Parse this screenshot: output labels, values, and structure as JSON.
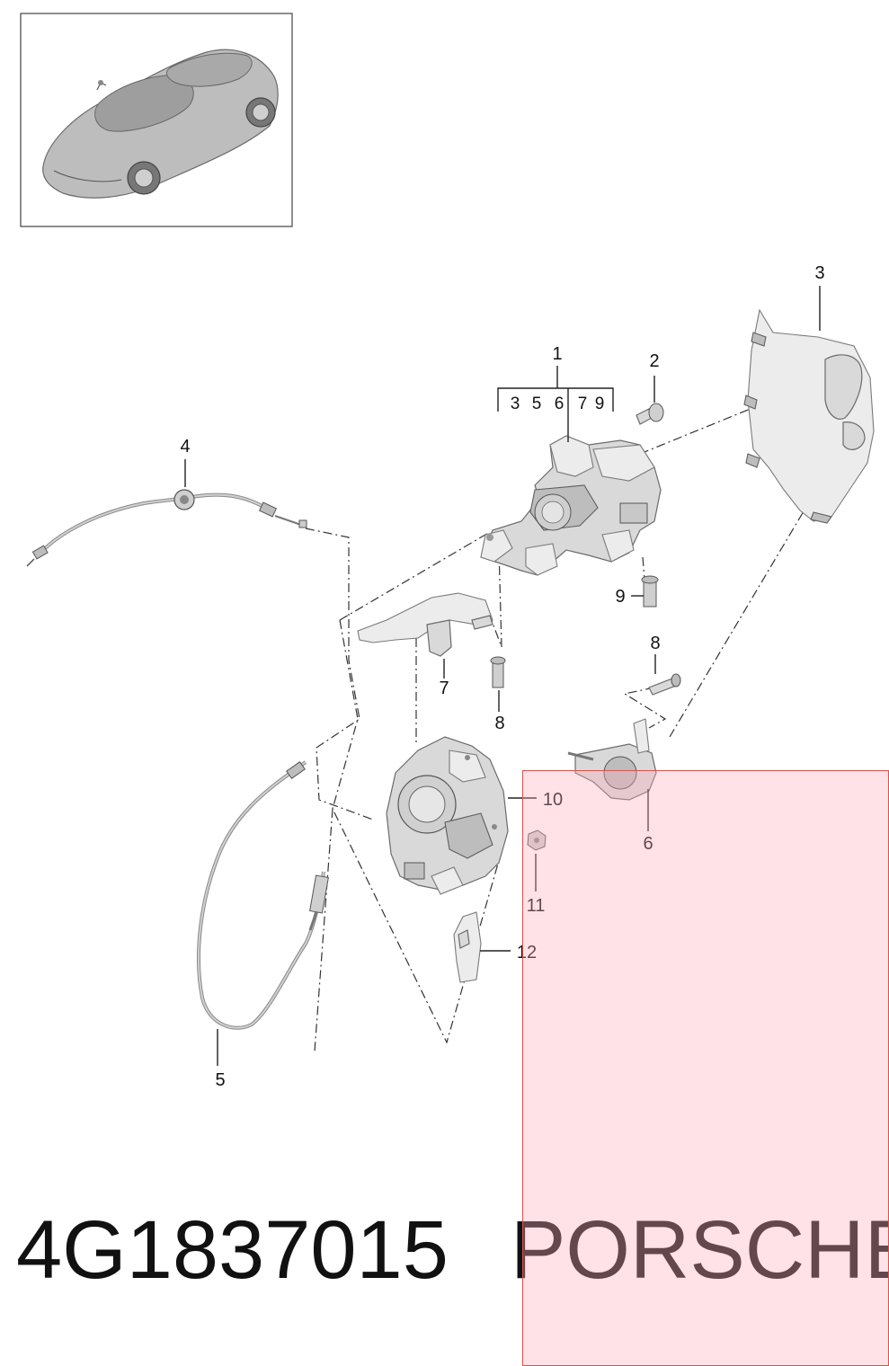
{
  "parts": {
    "p1": "1",
    "p1_sub": [
      "3",
      "5",
      "6",
      "7",
      "9"
    ],
    "p2": "2",
    "p3": "3",
    "p4": "4",
    "p5": "5",
    "p6": "6",
    "p7": "7",
    "p8a": "8",
    "p8b": "8",
    "p9": "9",
    "p10": "10",
    "p11": "11",
    "p12": "12"
  },
  "footer": {
    "part_number": "4G1837015",
    "brand": "PORSCHE"
  },
  "colors": {
    "overlay_fill": "#ffdce3",
    "overlay_border": "#d9534f"
  }
}
